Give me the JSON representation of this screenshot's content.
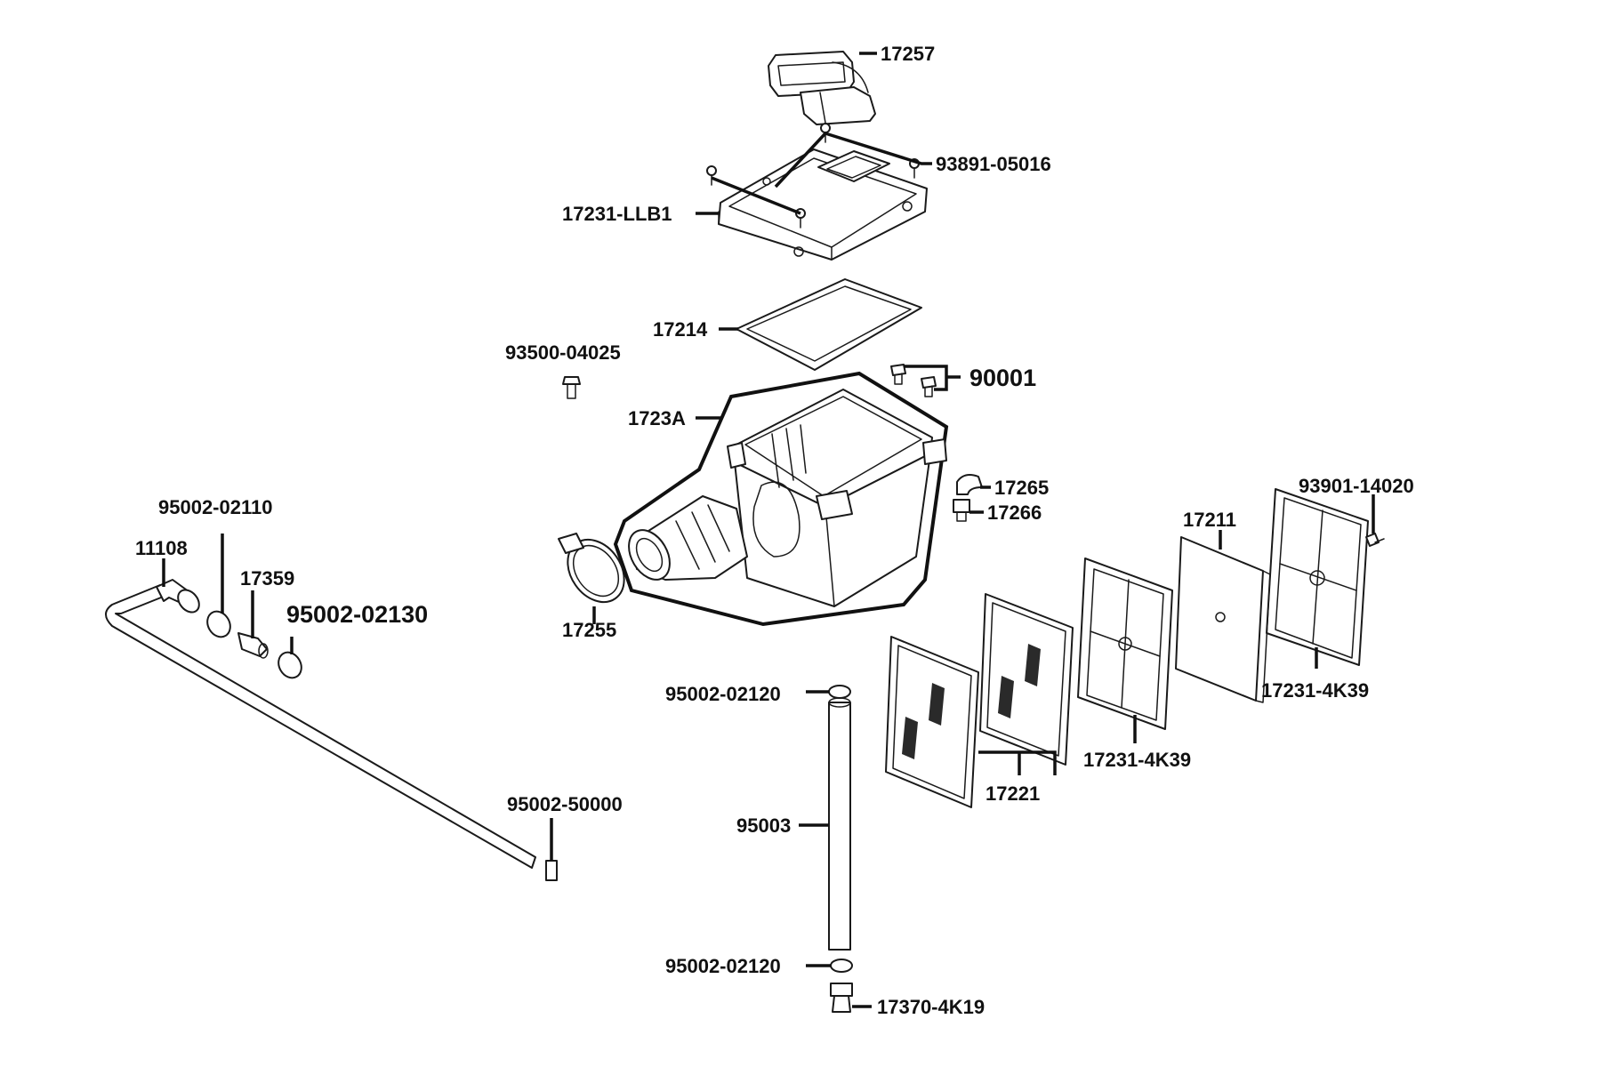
{
  "labels": {
    "p17257": "17257",
    "p93891_05016": "93891-05016",
    "p17231_llb1": "17231-LLB1",
    "p17214": "17214",
    "p93500_04025": "93500-04025",
    "p90001": "90001",
    "p1723a": "1723A",
    "p17265": "17265",
    "p17266": "17266",
    "p93901_14020": "93901-14020",
    "p17211": "17211",
    "p95002_02110": "95002-02110",
    "p11108": "11108",
    "p17359": "17359",
    "p95002_02130": "95002-02130",
    "p17255": "17255",
    "p17231_4k39_right": "17231-4K39",
    "p95002_02120_top": "95002-02120",
    "p17231_4k39_mid": "17231-4K39",
    "p17221": "17221",
    "p95002_50000": "95002-50000",
    "p95003": "95003",
    "p95002_02120_bottom": "95002-02120",
    "p17370_4k19": "17370-4K19"
  }
}
